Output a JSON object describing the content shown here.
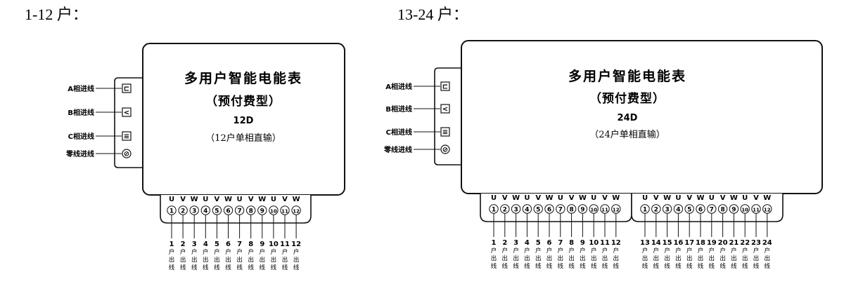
{
  "sections": [
    {
      "id": "left",
      "title": "1-12 户：",
      "meter": {
        "line1": "多用户智能电能表",
        "line2": "（预付费型）",
        "line3": "12D",
        "line4": "（12户单相直输）"
      },
      "inputs": [
        {
          "label": "A相进线",
          "symbol": "⊏"
        },
        {
          "label": "B相进线",
          "symbol": "<"
        },
        {
          "label": "C相进线",
          "symbol": "≡"
        },
        {
          "label": "零线进线",
          "symbol": "⊘"
        }
      ],
      "terminal_groups": [
        {
          "phases": [
            "U",
            "V",
            "W",
            "U",
            "V",
            "W",
            "U",
            "V",
            "W",
            "U",
            "V",
            "W"
          ],
          "circles": [
            "①",
            "②",
            "③",
            "④",
            "⑤",
            "⑥",
            "⑦",
            "⑧",
            "⑨",
            "⑩",
            "⑪",
            "⑫"
          ],
          "outputs": [
            {
              "num": "1",
              "c1": "户",
              "c2": "出",
              "c3": "线"
            },
            {
              "num": "2",
              "c1": "户",
              "c2": "出",
              "c3": "线"
            },
            {
              "num": "3",
              "c1": "户",
              "c2": "出",
              "c3": "线"
            },
            {
              "num": "4",
              "c1": "户",
              "c2": "出",
              "c3": "线"
            },
            {
              "num": "5",
              "c1": "户",
              "c2": "出",
              "c3": "线"
            },
            {
              "num": "6",
              "c1": "户",
              "c2": "出",
              "c3": "线"
            },
            {
              "num": "7",
              "c1": "户",
              "c2": "出",
              "c3": "线"
            },
            {
              "num": "8",
              "c1": "户",
              "c2": "出",
              "c3": "线"
            },
            {
              "num": "9",
              "c1": "户",
              "c2": "出",
              "c3": "线"
            },
            {
              "num": "10",
              "c1": "户",
              "c2": "出",
              "c3": "线"
            },
            {
              "num": "11",
              "c1": "户",
              "c2": "出",
              "c3": "线"
            },
            {
              "num": "12",
              "c1": "户",
              "c2": "出",
              "c3": "线"
            }
          ]
        }
      ]
    },
    {
      "id": "right",
      "title": "13-24 户：",
      "meter": {
        "line1": "多用户智能电能表",
        "line2": "（预付费型）",
        "line3": "24D",
        "line4": "（24户单相直输）"
      },
      "inputs": [
        {
          "label": "A相进线",
          "symbol": "⊏"
        },
        {
          "label": "B相进线",
          "symbol": "<"
        },
        {
          "label": "C相进线",
          "symbol": "≡"
        },
        {
          "label": "零线进线",
          "symbol": "⊘"
        }
      ],
      "terminal_groups": [
        {
          "phases": [
            "U",
            "V",
            "W",
            "U",
            "V",
            "W",
            "U",
            "V",
            "W",
            "U",
            "V",
            "W"
          ],
          "circles": [
            "①",
            "②",
            "③",
            "④",
            "⑤",
            "⑥",
            "⑦",
            "⑧",
            "⑨",
            "⑩",
            "⑪",
            "⑫"
          ],
          "outputs": [
            {
              "num": "1",
              "c1": "户",
              "c2": "出",
              "c3": "线"
            },
            {
              "num": "2",
              "c1": "户",
              "c2": "出",
              "c3": "线"
            },
            {
              "num": "3",
              "c1": "户",
              "c2": "出",
              "c3": "线"
            },
            {
              "num": "4",
              "c1": "户",
              "c2": "出",
              "c3": "线"
            },
            {
              "num": "5",
              "c1": "户",
              "c2": "出",
              "c3": "线"
            },
            {
              "num": "6",
              "c1": "户",
              "c2": "出",
              "c3": "线"
            },
            {
              "num": "7",
              "c1": "户",
              "c2": "出",
              "c3": "线"
            },
            {
              "num": "8",
              "c1": "户",
              "c2": "出",
              "c3": "线"
            },
            {
              "num": "9",
              "c1": "户",
              "c2": "出",
              "c3": "线"
            },
            {
              "num": "10",
              "c1": "户",
              "c2": "出",
              "c3": "线"
            },
            {
              "num": "11",
              "c1": "户",
              "c2": "出",
              "c3": "线"
            },
            {
              "num": "12",
              "c1": "户",
              "c2": "出",
              "c3": "线"
            }
          ]
        },
        {
          "phases": [
            "U",
            "V",
            "W",
            "U",
            "V",
            "W",
            "U",
            "V",
            "W",
            "U",
            "V",
            "W"
          ],
          "circles": [
            "①",
            "②",
            "③",
            "④",
            "⑤",
            "⑥",
            "⑦",
            "⑧",
            "⑨",
            "⑩",
            "⑪",
            "⑫"
          ],
          "outputs": [
            {
              "num": "13",
              "c1": "户",
              "c2": "出",
              "c3": "线"
            },
            {
              "num": "14",
              "c1": "户",
              "c2": "出",
              "c3": "线"
            },
            {
              "num": "15",
              "c1": "户",
              "c2": "出",
              "c3": "线"
            },
            {
              "num": "16",
              "c1": "户",
              "c2": "出",
              "c3": "线"
            },
            {
              "num": "17",
              "c1": "户",
              "c2": "出",
              "c3": "线"
            },
            {
              "num": "18",
              "c1": "户",
              "c2": "出",
              "c3": "线"
            },
            {
              "num": "19",
              "c1": "户",
              "c2": "出",
              "c3": "线"
            },
            {
              "num": "20",
              "c1": "户",
              "c2": "出",
              "c3": "线"
            },
            {
              "num": "21",
              "c1": "户",
              "c2": "出",
              "c3": "线"
            },
            {
              "num": "22",
              "c1": "户",
              "c2": "出",
              "c3": "线"
            },
            {
              "num": "23",
              "c1": "户",
              "c2": "出",
              "c3": "线"
            },
            {
              "num": "24",
              "c1": "户",
              "c2": "出",
              "c3": "线"
            }
          ]
        }
      ]
    }
  ]
}
